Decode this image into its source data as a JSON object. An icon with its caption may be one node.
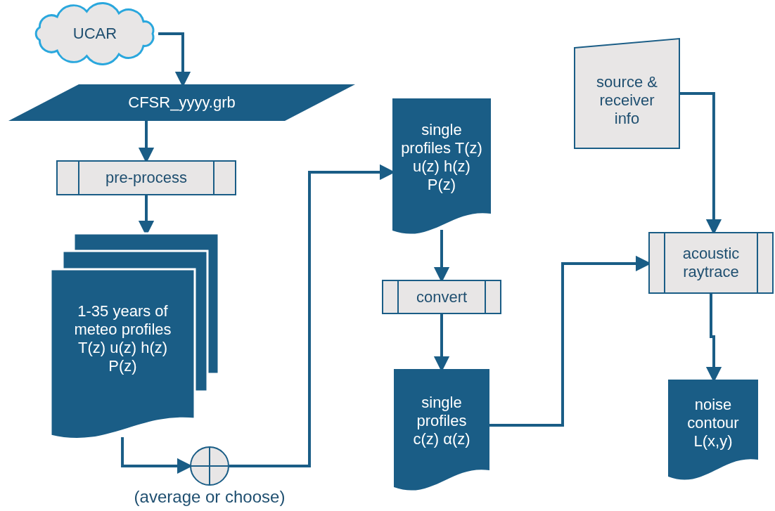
{
  "diagram": {
    "nodes": [
      {
        "text": [
          "UCAR"
        ]
      },
      {
        "text": [
          "CFSR_yyyy.grb"
        ]
      },
      {
        "text": [
          "pre-process"
        ]
      },
      {
        "text": [
          "1-35 years of meteo profiles T(z) u(z) h(z) P(z)"
        ]
      },
      {
        "text": [],
        "shape": "circle",
        "beside": [
          "(average or choose)"
        ]
      },
      {
        "text": [
          "single profiles T(z) u(z) h(z) P(z)"
        ]
      },
      {
        "text": [
          "convert"
        ]
      },
      {
        "text": [
          "single profiles c(z) α(z)"
        ]
      },
      {
        "text": [
          "source & receiver info"
        ]
      },
      {
        "text": [
          "acoustic raytrace"
        ]
      },
      {
        "text": [
          "noise contour L(x,y)"
        ]
      }
    ],
    "edges": [
      {
        "from": 0,
        "to": 1,
        "arrow": "to"
      },
      {
        "from": 1,
        "to": 2,
        "arrow": "to"
      },
      {
        "from": 2,
        "to": 3,
        "arrow": "to"
      },
      {
        "from": 3,
        "to": 4,
        "arrow": "to"
      },
      {
        "from": 4,
        "to": 5,
        "arrow": "to"
      },
      {
        "from": 5,
        "to": 6,
        "arrow": "to"
      },
      {
        "from": 6,
        "to": 7,
        "arrow": "to"
      },
      {
        "from": 7,
        "to": 9,
        "arrow": "to"
      },
      {
        "from": 8,
        "to": 9,
        "arrow": "to"
      },
      {
        "from": 9,
        "to": 10,
        "arrow": "to"
      }
    ]
  }
}
